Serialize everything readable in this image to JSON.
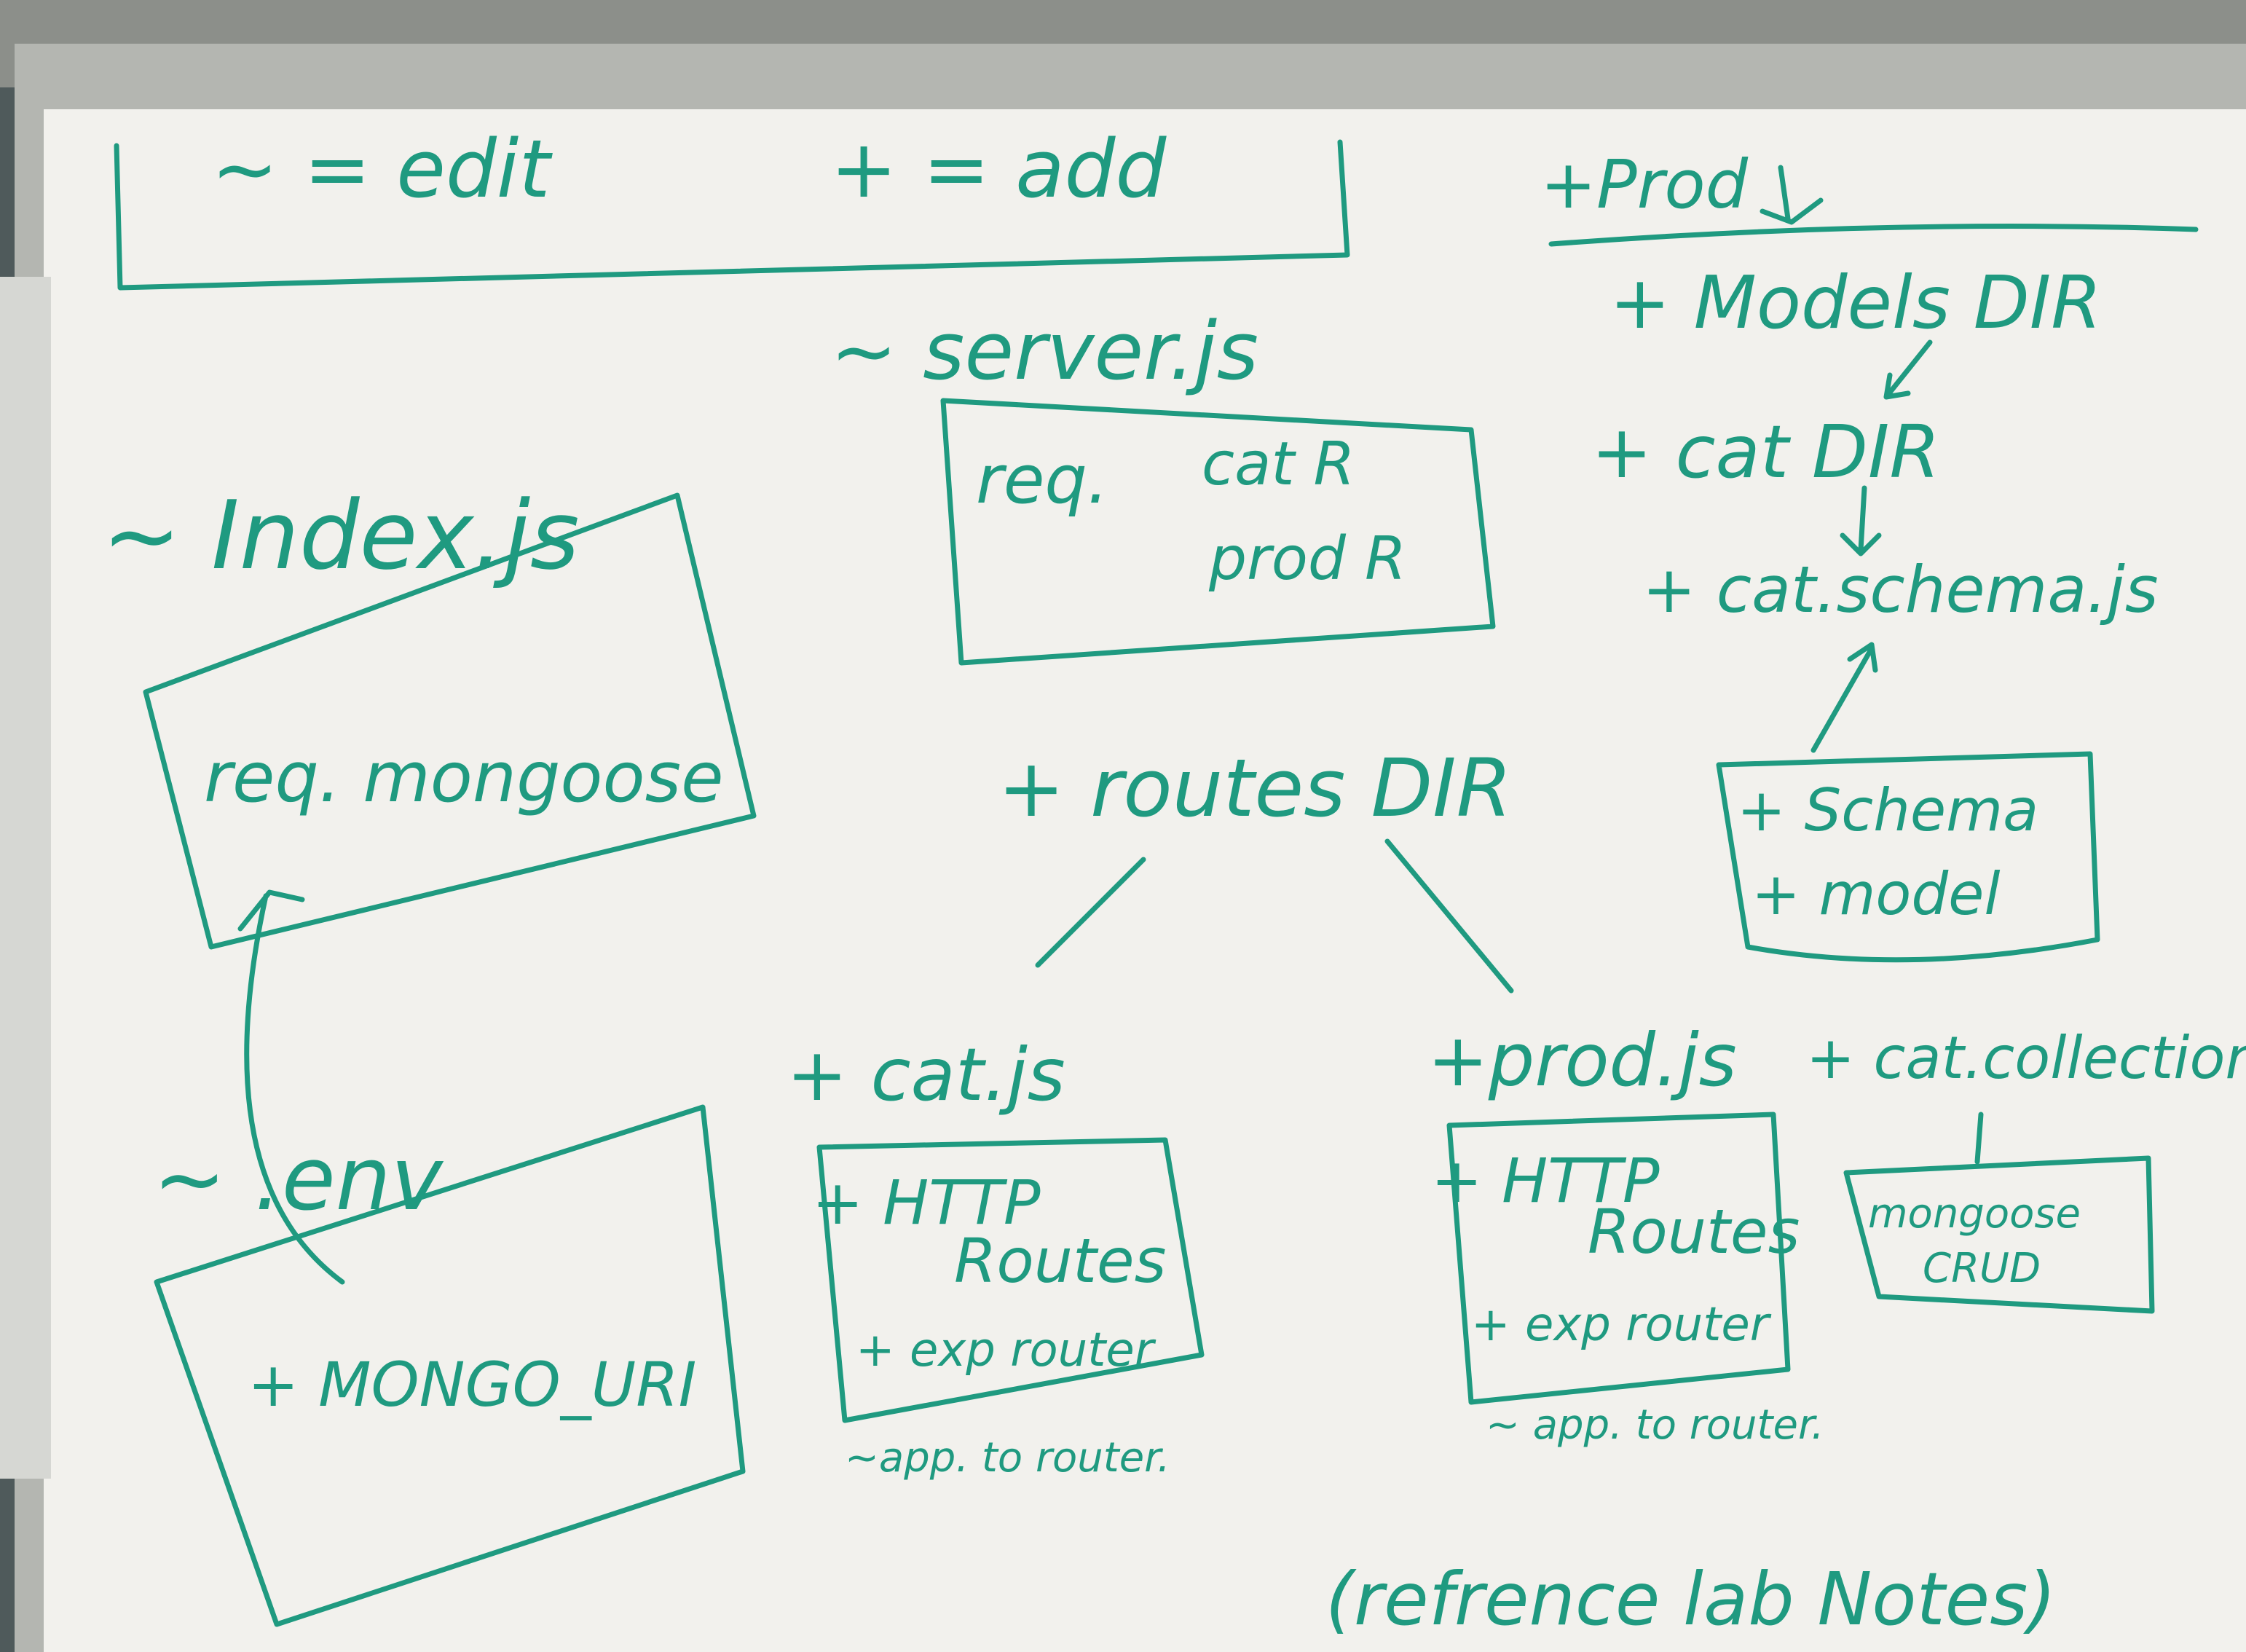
{
  "legend": {
    "edit": "~ = edit",
    "add": "+ = add"
  },
  "prod_header": "+Prod",
  "models_dir": "+ Models DIR",
  "cat_dir": "+ cat DIR",
  "cat_schema": "+ cat.schema.js",
  "schema_box": {
    "line1": "+ Schema",
    "line2": "+ model"
  },
  "server": {
    "title": "~ server.js",
    "req": "req.",
    "cat_r": "cat R",
    "prod_r": "prod R"
  },
  "index": {
    "title": "~ Index.js",
    "req": "req. mongoose"
  },
  "routes_dir": "+ routes DIR",
  "cat_js": {
    "title": "+ cat.js",
    "http_1": "+ HTTP",
    "http_2": "Routes",
    "exp": "+ exp router",
    "app": "~app. to router."
  },
  "prod_js": {
    "title": "+prod.js",
    "http_1": "+ HTTP",
    "http_2": "Routes",
    "exp": "+ exp router",
    "app": "~ app. to router."
  },
  "cat_collection": {
    "title": "+ cat.collection.js",
    "line1": "mongoose",
    "line2": "CRUD"
  },
  "env": {
    "title": "~ .env",
    "mongo": "+ MONGO_URI"
  },
  "reference": "(refrence lab Notes)",
  "colors": {
    "ink": "#1f9a80",
    "board": "#f3f2ee",
    "frame": "#a8aaa5"
  }
}
